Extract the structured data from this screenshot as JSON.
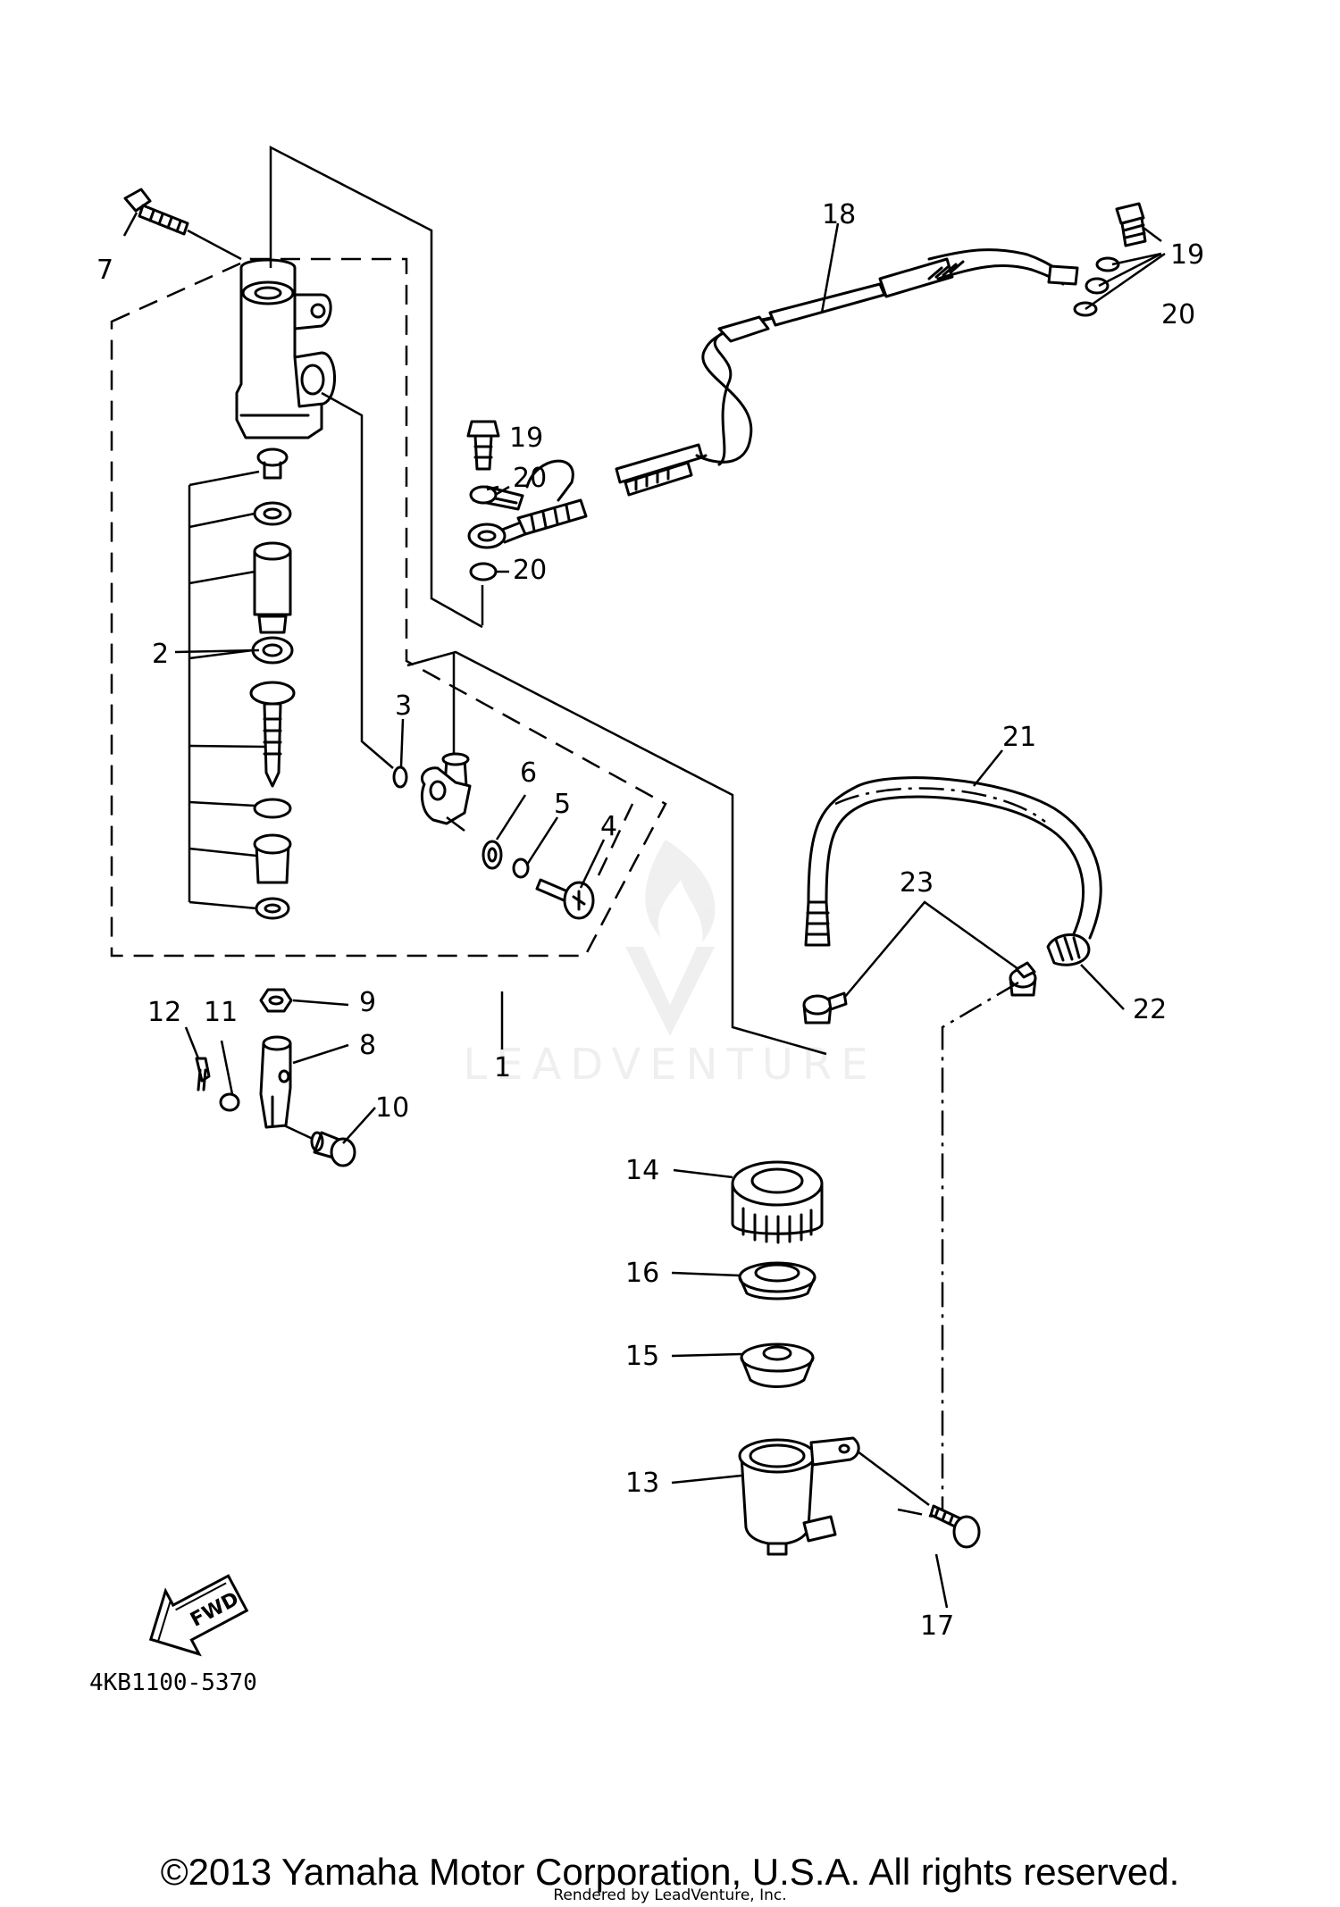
{
  "diagram": {
    "part_labels": [
      "1",
      "2",
      "3",
      "4",
      "5",
      "6",
      "7",
      "8",
      "9",
      "10",
      "11",
      "12",
      "13",
      "14",
      "15",
      "16",
      "17",
      "18",
      "19",
      "19",
      "20",
      "20",
      "20",
      "21",
      "22",
      "23"
    ],
    "drawing_code": "4KB1100-5370",
    "fwd_label": "FWD",
    "watermark": "LEADVENTURE"
  },
  "footer": {
    "copyright": "©2013 Yamaha Motor Corporation, U.S.A. All rights reserved.",
    "rendered_by": "Rendered by LeadVenture, Inc."
  }
}
